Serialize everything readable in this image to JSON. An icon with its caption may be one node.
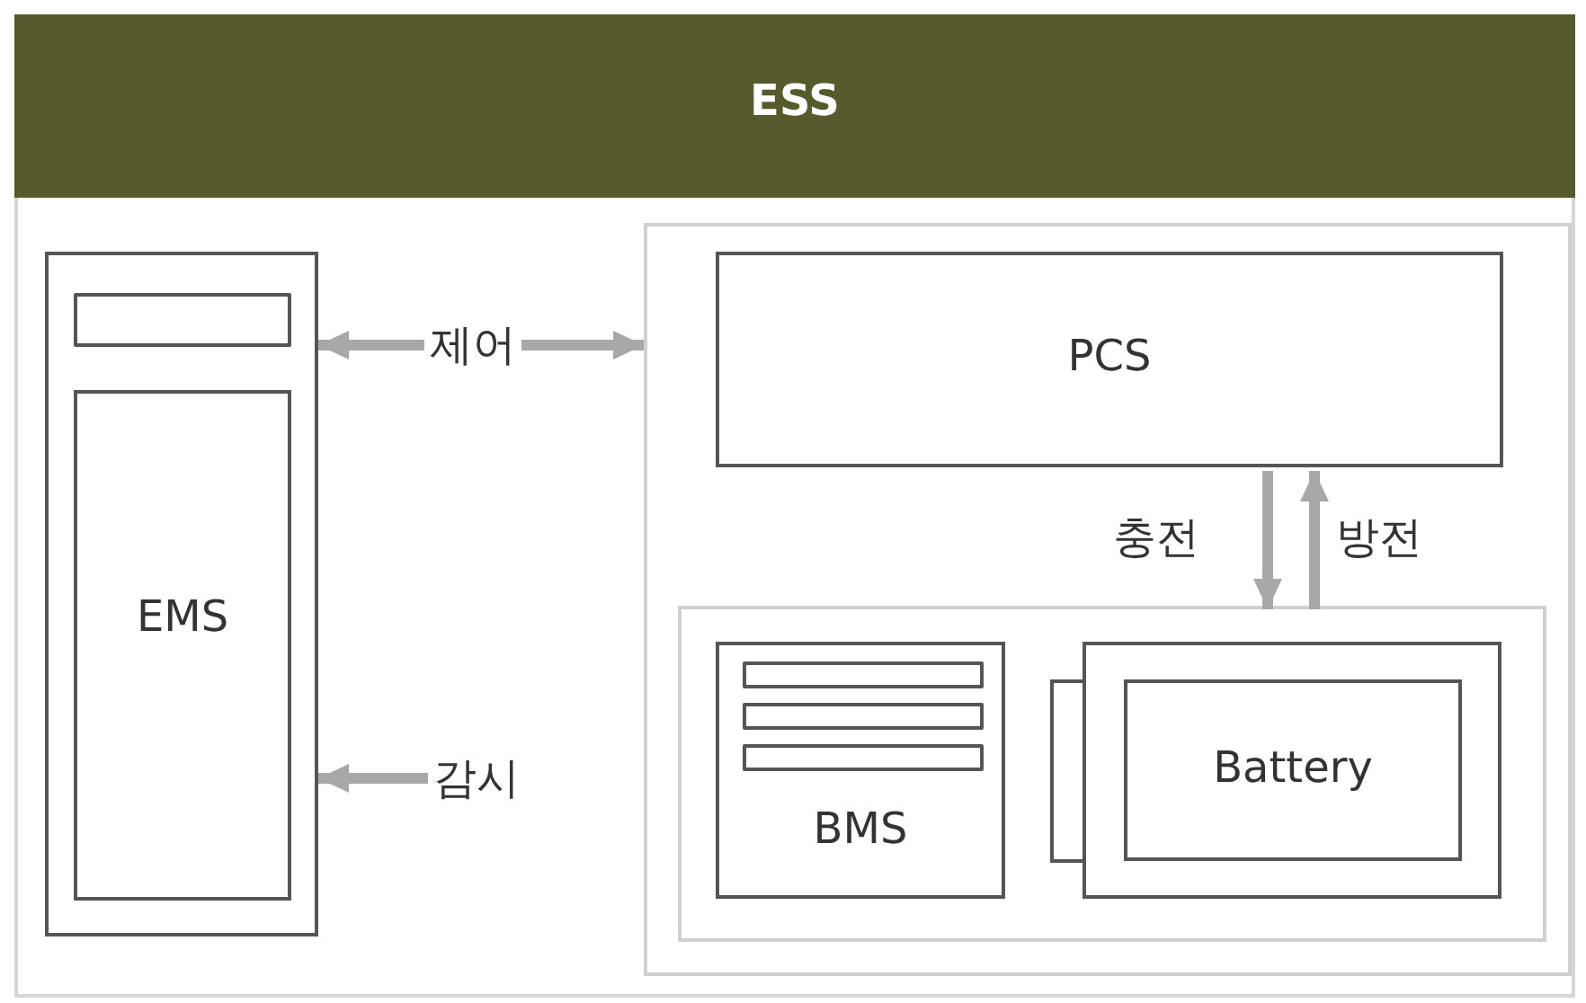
{
  "diagram": {
    "nodes": [
      {
        "text": [
          "ESS"
        ]
      },
      {
        "text": [],
        "shape": "box",
        "in": 0
      },
      {
        "text": [],
        "shape": "bar",
        "in": 1
      },
      {
        "text": [
          "EMS"
        ],
        "in": 1
      },
      {
        "text": [],
        "shape": "box",
        "in": 0
      },
      {
        "text": [
          "PCS"
        ],
        "in": 4
      },
      {
        "text": [],
        "shape": "box",
        "in": 4
      },
      {
        "text": [
          "BMS"
        ],
        "in": 6
      },
      {
        "text": [],
        "shape": "bar",
        "in": 7
      },
      {
        "text": [],
        "shape": "bar",
        "in": 7
      },
      {
        "text": [],
        "shape": "bar",
        "in": 7
      },
      {
        "text": [],
        "shape": "box",
        "in": 6
      },
      {
        "text": [],
        "shape": "box",
        "in": 6
      },
      {
        "text": [
          "Battery"
        ],
        "in": 12
      }
    ],
    "edges": [
      {
        "from": 1,
        "to": 4,
        "arrow": "both",
        "label": "제어"
      },
      {
        "from": null,
        "to": 1,
        "arrow": "to",
        "label": "감시"
      },
      {
        "from": 5,
        "to": 6,
        "arrow": "to",
        "label": "충전"
      },
      {
        "from": 6,
        "to": 5,
        "arrow": "to",
        "label": "방전"
      }
    ]
  }
}
